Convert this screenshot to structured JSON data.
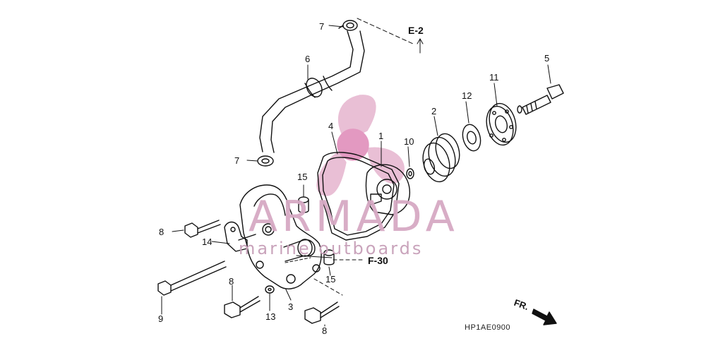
{
  "watermark": {
    "brand": "ARMADA",
    "tagline": "marine outboards"
  },
  "callouts": [
    {
      "id": "c1",
      "text": "1"
    },
    {
      "id": "c2",
      "text": "2"
    },
    {
      "id": "c3",
      "text": "3"
    },
    {
      "id": "c4",
      "text": "4"
    },
    {
      "id": "c5",
      "text": "5"
    },
    {
      "id": "c6",
      "text": "6"
    },
    {
      "id": "c7a",
      "text": "7"
    },
    {
      "id": "c7b",
      "text": "7"
    },
    {
      "id": "c8a",
      "text": "8"
    },
    {
      "id": "c8b",
      "text": "8"
    },
    {
      "id": "c8c",
      "text": "8"
    },
    {
      "id": "c9",
      "text": "9"
    },
    {
      "id": "c10",
      "text": "10"
    },
    {
      "id": "c11",
      "text": "11"
    },
    {
      "id": "c12",
      "text": "12"
    },
    {
      "id": "c13",
      "text": "13"
    },
    {
      "id": "c14",
      "text": "14"
    },
    {
      "id": "c15a",
      "text": "15"
    },
    {
      "id": "c15b",
      "text": "15"
    }
  ],
  "references": {
    "e2": "E-2",
    "f30": "F-30"
  },
  "direction": "FR.",
  "diagram_code": "HP1AE0900"
}
